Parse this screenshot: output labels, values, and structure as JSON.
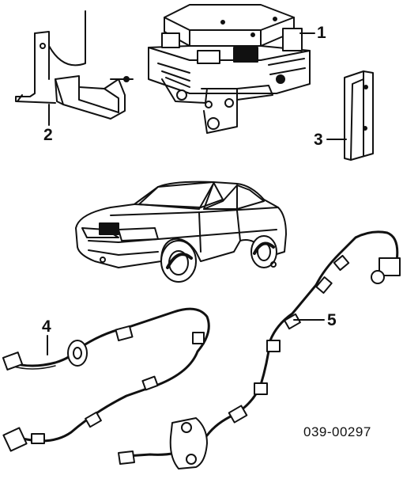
{
  "callouts": {
    "part_1": "1",
    "part_2": "2",
    "part_3": "3",
    "part_4": "4",
    "part_5": "5"
  },
  "diagram_code": "039-00297"
}
